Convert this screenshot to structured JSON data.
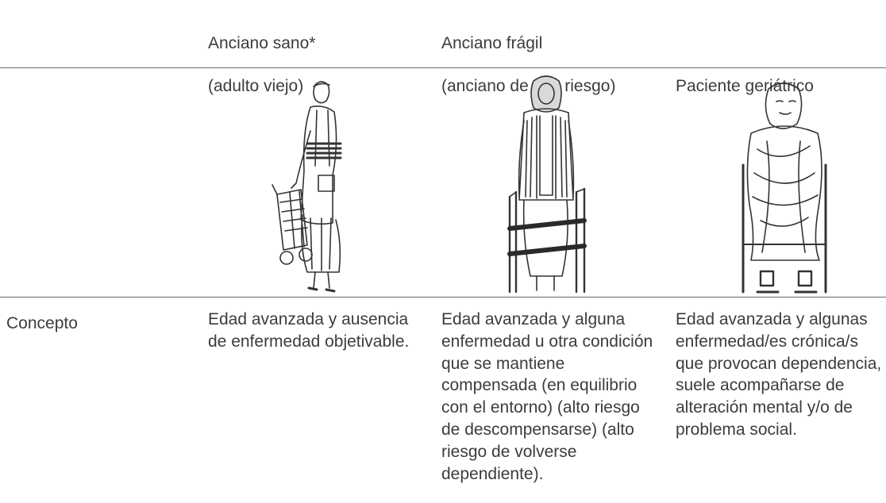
{
  "columns": [
    {
      "title_line1": "Anciano sano*",
      "title_line2": "(adulto viejo)"
    },
    {
      "title_line1": "Anciano frágil",
      "title_line2": "(anciano de alto riesgo)"
    },
    {
      "title_line1": "",
      "title_line2": "Paciente geriátrico"
    }
  ],
  "illustrations": [
    {
      "icon": "elderly-woman-with-shopping-cart-icon"
    },
    {
      "icon": "elderly-woman-with-walker-icon"
    },
    {
      "icon": "elderly-patient-in-wheelchair-icon"
    }
  ],
  "row": {
    "label": "Concepto",
    "cells": [
      "Edad avanzada y ausencia de enfermedad objetivable.",
      "Edad avanzada y alguna enfermedad u otra condición que se mantiene compensada (en equilibrio con el entorno) (alto riesgo de descompensarse) (alto riesgo de volverse dependiente).",
      "Edad avanzada y algunas enfermedad/es crónica/s que provocan dependencia, suele acompañarse de alteración mental y/o de problema social."
    ]
  }
}
